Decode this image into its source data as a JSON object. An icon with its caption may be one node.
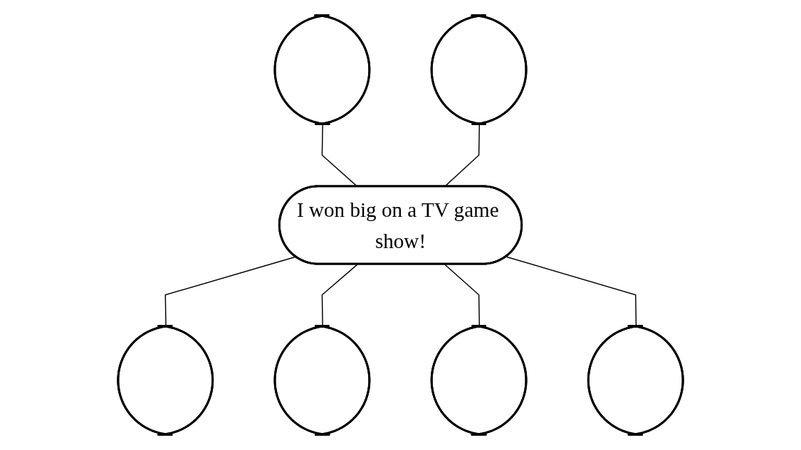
{
  "diagram": {
    "nodes": [
      {
        "text": [],
        "shape": "ellipse"
      },
      {
        "text": [],
        "shape": "ellipse"
      },
      {
        "text": [
          "I won big on a TV game show!"
        ]
      },
      {
        "text": [],
        "shape": "ellipse"
      },
      {
        "text": [],
        "shape": "ellipse"
      },
      {
        "text": [],
        "shape": "ellipse"
      },
      {
        "text": [],
        "shape": "ellipse"
      }
    ],
    "edges": [
      {
        "from": 0,
        "to": 2,
        "arrow": "none"
      },
      {
        "from": 1,
        "to": 2,
        "arrow": "none"
      },
      {
        "from": 2,
        "to": 3,
        "arrow": "none"
      },
      {
        "from": 2,
        "to": 4,
        "arrow": "none"
      },
      {
        "from": 2,
        "to": 5,
        "arrow": "none"
      },
      {
        "from": 2,
        "to": 6,
        "arrow": "none"
      }
    ]
  }
}
